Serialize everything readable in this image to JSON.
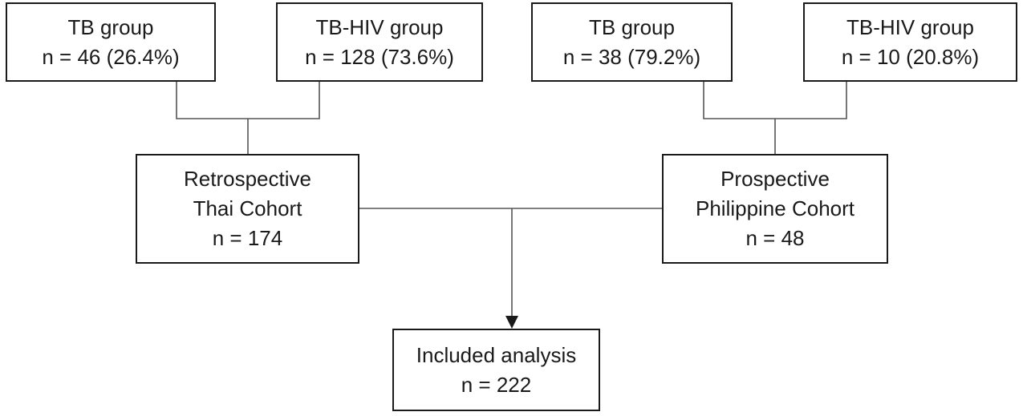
{
  "thai": {
    "tb_group": {
      "title": "TB group",
      "count": "n = 46 (26.4%)"
    },
    "tbhiv_group": {
      "title": "TB-HIV group",
      "count": "n = 128 (73.6%)"
    },
    "cohort": {
      "line1": "Retrospective",
      "line2": "Thai Cohort",
      "count": "n = 174"
    }
  },
  "philippine": {
    "tb_group": {
      "title": "TB group",
      "count": "n = 38 (79.2%)"
    },
    "tbhiv_group": {
      "title": "TB-HIV group",
      "count": "n = 10 (20.8%)"
    },
    "cohort": {
      "line1": "Prospective",
      "line2": "Philippine Cohort",
      "count": "n = 48"
    }
  },
  "included": {
    "title": "Included analysis",
    "count": "n = 222"
  },
  "colors": {
    "line": "#555555",
    "border": "#1a1a1a",
    "text": "#1a1a1a"
  }
}
